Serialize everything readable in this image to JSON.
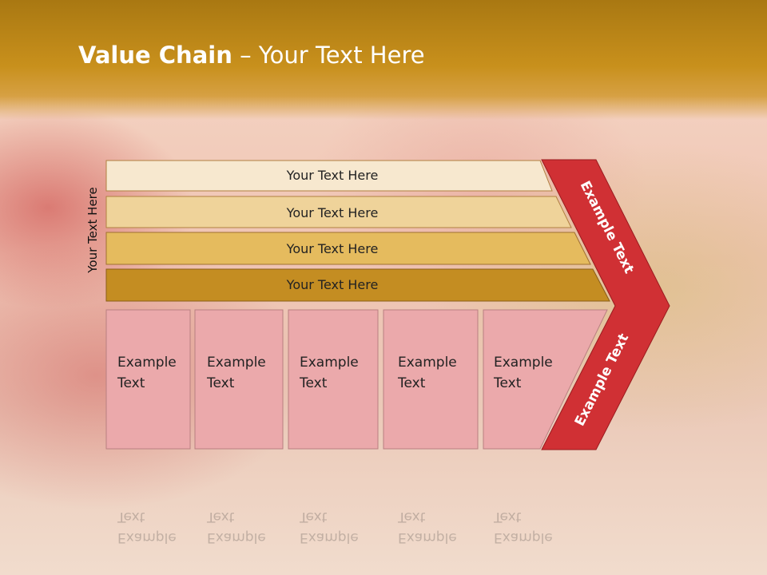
{
  "title": {
    "bold": "Value Chain",
    "rest": " – Your Text Here"
  },
  "side_label": "Your Text Here",
  "bands": [
    {
      "label": "Your Text Here",
      "color": "#f7e8cf"
    },
    {
      "label": "Your Text Here",
      "color": "#efd39a"
    },
    {
      "label": "Your Text Here",
      "color": "#e5bb5e"
    },
    {
      "label": "Your Text Here",
      "color": "#c48d22"
    }
  ],
  "activities": [
    {
      "line1": "Example",
      "line2": "Text"
    },
    {
      "line1": "Example",
      "line2": "Text"
    },
    {
      "line1": "Example",
      "line2": "Text"
    },
    {
      "line1": "Example",
      "line2": "Text"
    },
    {
      "line1": "Example",
      "line2": "Text"
    }
  ],
  "arrow_labels": {
    "upper": "Example Text",
    "lower": "Example Text"
  },
  "colors": {
    "activity_fill": "#eba9ab",
    "arrow_red": "#d03034",
    "header": "#c8901c"
  }
}
